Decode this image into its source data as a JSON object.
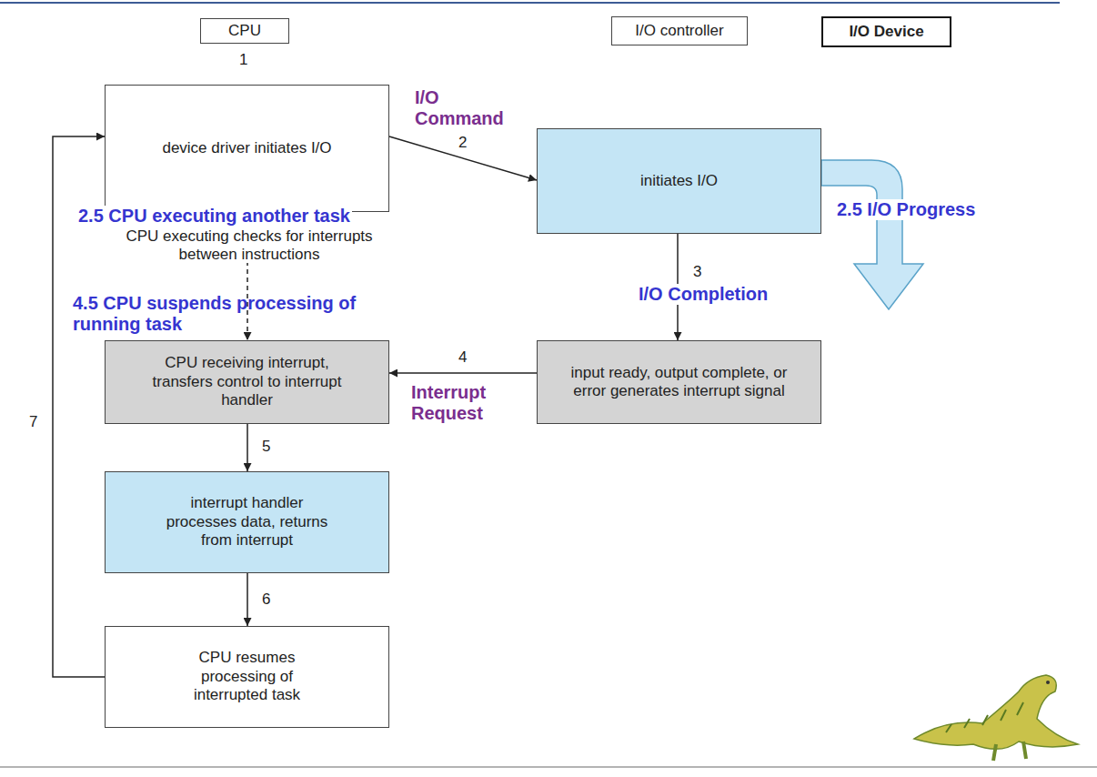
{
  "diagram": {
    "nodes": [
      {
        "text": [
          "CPU"
        ]
      },
      {
        "text": [
          "I/O controller"
        ]
      },
      {
        "text": [
          "I/O Device"
        ]
      },
      {
        "text": [
          "device driver initiates I/O"
        ]
      },
      {
        "text": [
          "initiates I/O"
        ]
      },
      {
        "text": [
          "CPU receiving interrupt, transfers control to interrupt handler"
        ]
      },
      {
        "text": [
          "input ready, output complete, or error generates interrupt signal"
        ]
      },
      {
        "text": [
          "interrupt handler processes data, returns from interrupt"
        ]
      },
      {
        "text": [
          "CPU resumes processing of interrupted task"
        ]
      }
    ],
    "edges": [
      {
        "from": 3,
        "to": 4,
        "label": "2",
        "arrow": "to"
      },
      {
        "from": 3,
        "to": 5,
        "arrow": "to"
      },
      {
        "from": 4,
        "to": 6,
        "label": "3",
        "arrow": "to"
      },
      {
        "from": 6,
        "to": 5,
        "label": "4",
        "arrow": "to"
      },
      {
        "from": 5,
        "to": 7,
        "label": "5",
        "arrow": "to"
      },
      {
        "from": 7,
        "to": 8,
        "label": "6",
        "arrow": "to"
      },
      {
        "from": 8,
        "to": 3,
        "label": "7",
        "arrow": "to"
      }
    ],
    "labels": [
      "1",
      "I/O Command",
      "2.5 CPU executing another task",
      "CPU executing checks for interrupts between instructions",
      "2.5 I/O Progress",
      "I/O Completion",
      "4.5 CPU suspends processing of running task",
      "Interrupt Request"
    ]
  }
}
